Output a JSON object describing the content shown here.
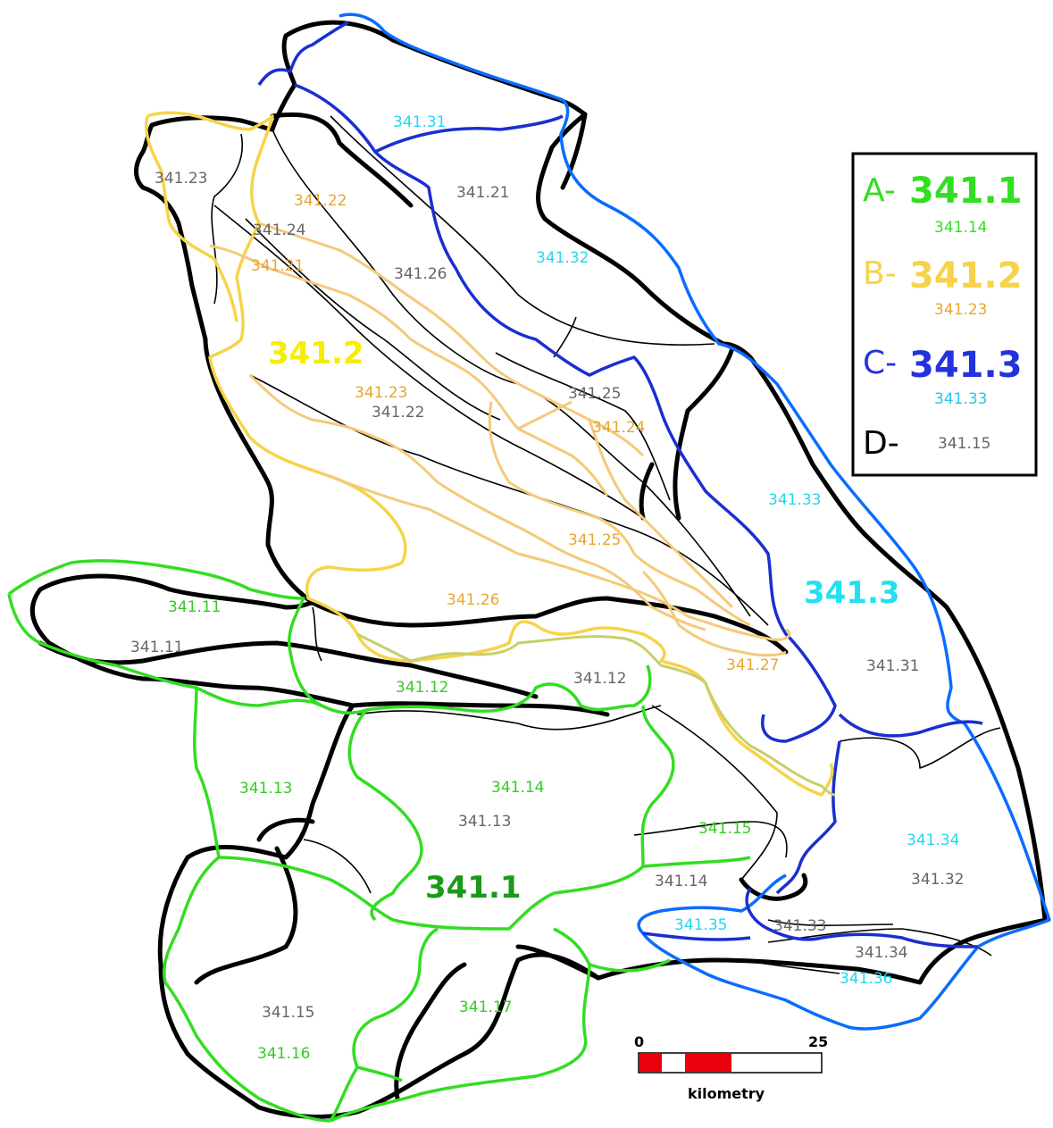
{
  "colors": {
    "green": "#33dd22",
    "dark_green": "#1a9a1a",
    "yellow": "#f6d34a",
    "light_orange": "#f5c97a",
    "orange_text": "#e8a630",
    "bright_yellow": "#f5ee00",
    "blue": "#1a3fd8",
    "bright_blue": "#0a6cff",
    "cyan": "#22e0f0",
    "black": "#000000",
    "gray_text": "#666666",
    "scale_red": "#e8000a"
  },
  "region_labels": {
    "r1": "341.1",
    "r2": "341.2",
    "r3": "341.3"
  },
  "green_labels": {
    "g11": "341.11",
    "g12": "341.12",
    "g13": "341.13",
    "g14": "341.14",
    "g15": "341.15",
    "g16": "341.16",
    "g17": "341.17"
  },
  "orange_labels": {
    "o21": "341.21",
    "o22": "341.22",
    "o23": "341.23",
    "o24": "341.24",
    "o25": "341.25",
    "o26": "341.26",
    "o27": "341.27"
  },
  "cyan_labels": {
    "c31": "341.31",
    "c32": "341.32",
    "c33": "341.33",
    "c34": "341.34",
    "c35": "341.35",
    "c36": "341.36"
  },
  "gray_labels": {
    "k11": "341.11",
    "k12": "341.12",
    "k13": "341.13",
    "k14": "341.14",
    "k15": "341.15",
    "k21": "341.21",
    "k22": "341.22",
    "k23": "341.23",
    "k24": "341.24",
    "k25": "341.25",
    "k26": "341.26",
    "k31": "341.31",
    "k32": "341.32",
    "k33": "341.33",
    "k34": "341.34"
  },
  "legend": {
    "a_letter": "A-",
    "a_code": "341.1",
    "a_sub": "341.14",
    "b_letter": "B-",
    "b_code": "341.2",
    "b_sub": "341.23",
    "c_letter": "C-",
    "c_code": "341.3",
    "c_sub": "341.33",
    "d_letter": "D-",
    "d_sub": "341.15"
  },
  "scale": {
    "start": "0",
    "end": "25",
    "unit": "kilometry"
  }
}
